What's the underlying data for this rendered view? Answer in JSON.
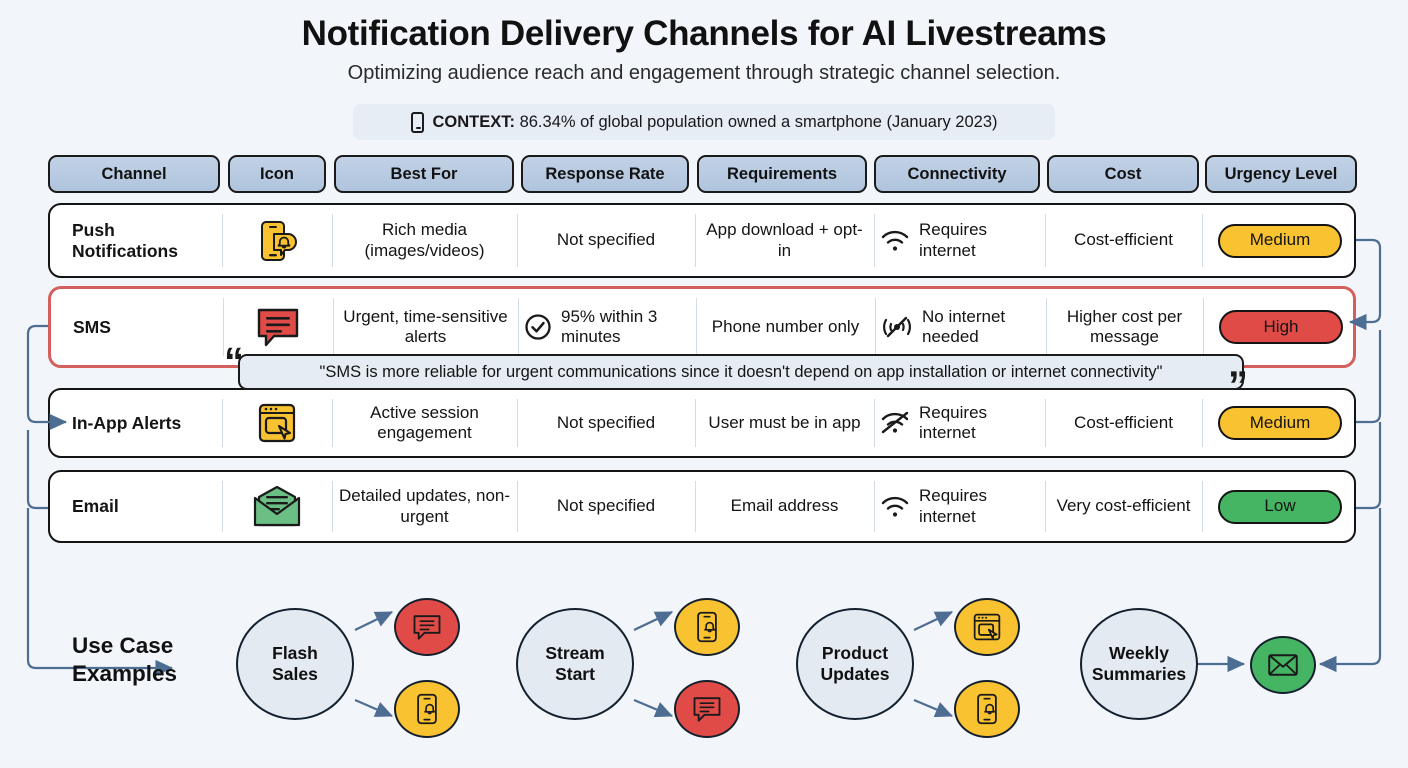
{
  "header": {
    "title": "Notification Delivery Channels for AI Livestreams",
    "subtitle": "Optimizing audience reach and engagement through strategic channel selection.",
    "context_label": "CONTEXT:",
    "context_text": " 86.34% of global population owned a smartphone (January 2023)",
    "context_icon": "smartphone-icon"
  },
  "table": {
    "columns": [
      {
        "label": "Channel"
      },
      {
        "label": "Icon"
      },
      {
        "label": "Best For"
      },
      {
        "label": "Response Rate"
      },
      {
        "label": "Requirements"
      },
      {
        "label": "Connectivity"
      },
      {
        "label": "Cost"
      },
      {
        "label": "Urgency Level"
      }
    ],
    "rows": [
      {
        "channel": "Push Notifications",
        "icon": "phone-bell-icon",
        "best_for": "Rich media (images/videos)",
        "response_rate": "Not specified",
        "response_icon": "",
        "requirements": "App download + opt-in",
        "connectivity": "Requires internet",
        "connectivity_icon": "wifi-icon",
        "cost": "Cost-efficient",
        "urgency": "Medium",
        "urgency_color": "#f9c231",
        "highlighted": false
      },
      {
        "channel": "SMS",
        "icon": "chat-bubble-icon",
        "best_for": "Urgent, time-sensitive alerts",
        "response_rate": "95% within 3 minutes",
        "response_icon": "check-circle-icon",
        "requirements": "Phone number only",
        "connectivity": "No internet needed",
        "connectivity_icon": "wifi-off-signal-icon",
        "cost": "Higher cost per message",
        "urgency": "High",
        "urgency_color": "#e04b48",
        "highlighted": true
      },
      {
        "channel": "In-App Alerts",
        "icon": "window-cursor-icon",
        "best_for": "Active session engagement",
        "response_rate": "Not specified",
        "response_icon": "",
        "requirements": "User must be in app",
        "connectivity": "Requires internet",
        "connectivity_icon": "wifi-slash-icon",
        "cost": "Cost-efficient",
        "urgency": "Medium",
        "urgency_color": "#f9c231",
        "highlighted": false
      },
      {
        "channel": "Email",
        "icon": "envelope-icon",
        "best_for": "Detailed updates, non-urgent",
        "response_rate": "Not specified",
        "response_icon": "",
        "requirements": "Email address",
        "connectivity": "Requires internet",
        "connectivity_icon": "wifi-icon",
        "cost": "Very cost-efficient",
        "urgency": "Low",
        "urgency_color": "#45b563",
        "highlighted": false
      }
    ]
  },
  "callout": {
    "quote": "\"SMS is more reliable for urgent communications since it doesn't depend on app installation or internet connectivity\"",
    "open_quote": "“",
    "close_quote": "”"
  },
  "use_cases": {
    "title_line1": "Use Case",
    "title_line2": "Examples",
    "items": [
      {
        "label_line1": "Flash",
        "label_line2": "Sales",
        "channels": [
          "chat-bubble-icon",
          "phone-bell-icon"
        ],
        "colors": [
          "#e04b48",
          "#f9c231"
        ]
      },
      {
        "label_line1": "Stream",
        "label_line2": "Start",
        "channels": [
          "phone-bell-icon",
          "chat-bubble-icon"
        ],
        "colors": [
          "#f9c231",
          "#e04b48"
        ]
      },
      {
        "label_line1": "Product",
        "label_line2": "Updates",
        "channels": [
          "window-cursor-icon",
          "phone-bell-icon"
        ],
        "colors": [
          "#f9c231",
          "#f9c231"
        ]
      },
      {
        "label_line1": "Weekly",
        "label_line2": "Summaries",
        "channels": [
          "envelope-icon"
        ],
        "colors": [
          "#45b563"
        ]
      }
    ]
  },
  "colors": {
    "background": "#f2f6fa",
    "header_pill": "#bdd0e5",
    "highlight_border": "#d4605c",
    "connector": "#4d6d92",
    "medium": "#f9c231",
    "high": "#e04b48",
    "low": "#45b563"
  }
}
